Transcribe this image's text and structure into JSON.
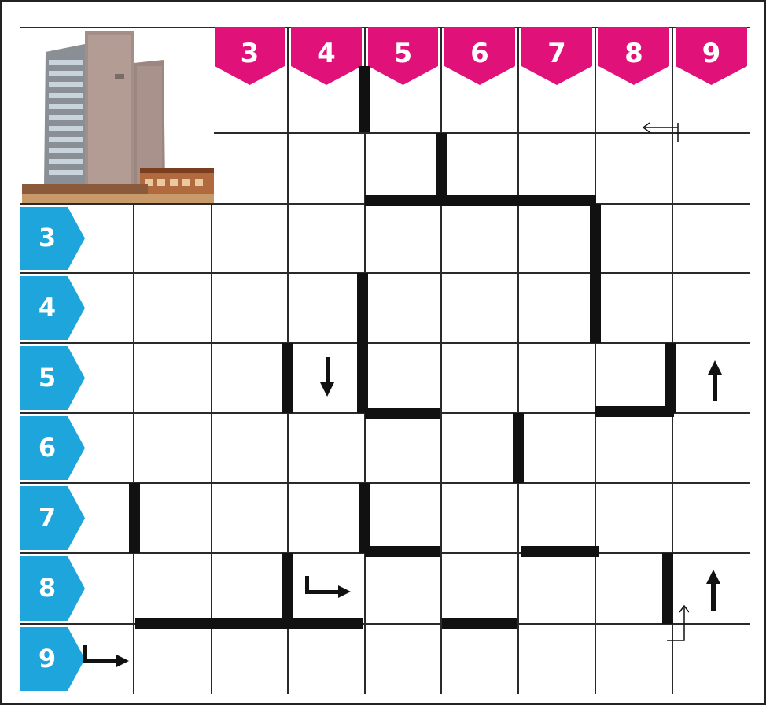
{
  "columns": [
    "3",
    "4",
    "5",
    "6",
    "7",
    "8",
    "9"
  ],
  "rows": [
    "3",
    "4",
    "5",
    "6",
    "7",
    "8",
    "9"
  ],
  "colors": {
    "column_label": "#e0127a",
    "row_label": "#1ea6dc",
    "grid_line": "#2a2a2a",
    "wall": "#111111"
  },
  "icons": {
    "photo": "building-photo",
    "arrow_up": "arrow-up-icon",
    "arrow_down": "arrow-down-icon",
    "turn_arrow": "turn-right-arrow-icon",
    "hollow_arrow": "hollow-turn-arrow-icon"
  }
}
